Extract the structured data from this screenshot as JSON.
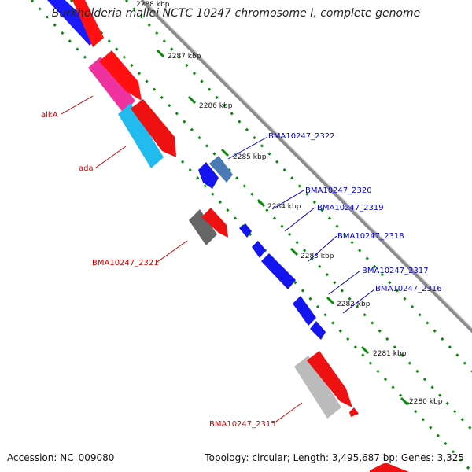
{
  "title": "Burkholderia mallei NCTC 10247 chromosome I, complete genome",
  "footer": {
    "accession": "Accession: NC_009080",
    "summary": "Topology: circular; Length: 3,495,687 bp; Genes: 3,325"
  },
  "ruler": {
    "unit": "kbp",
    "ticks": [
      "2288 kbp",
      "2287 kbp",
      "2286 kbp",
      "2285 kbp",
      "2284 kbp",
      "2283 kbp",
      "2282 kbp",
      "2281 kbp",
      "2280 kbp"
    ]
  },
  "colors": {
    "backbone": "#8c8c8c",
    "forward_strand": "#ff0000",
    "reverse_strand": "#0000ff",
    "forward_label": "#cc0000",
    "reverse_label": "#0000cc",
    "dotted_guide": "#008000"
  },
  "gene_labels": {
    "left": [
      "alkA",
      "ada",
      "BMA10247_2321",
      "BMA10247_2315"
    ],
    "right": [
      "BMA10247_2322",
      "BMA10247_2320",
      "BMA10247_2319",
      "BMA10247_2318",
      "BMA10247_2317",
      "BMA10247_2316"
    ]
  }
}
